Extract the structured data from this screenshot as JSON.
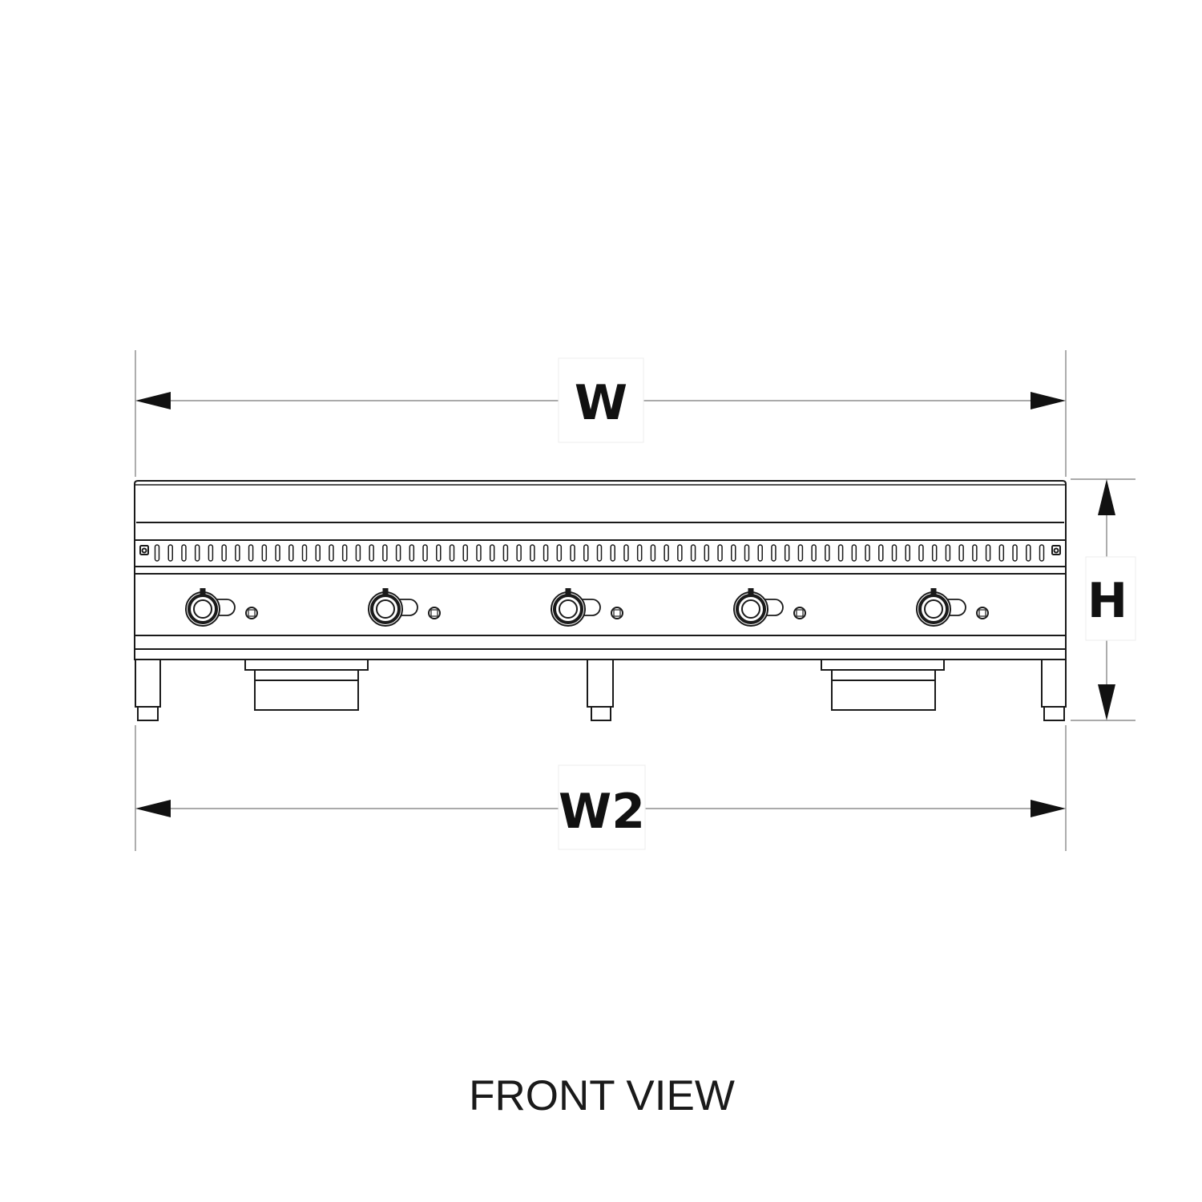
{
  "dimensions": {
    "width_label": "W",
    "base_width_label": "W2",
    "height_label": "H"
  },
  "caption": "FRONT VIEW",
  "appliance": {
    "knob_count": 5,
    "vent_slot_count": 67
  },
  "colors": {
    "line": "#1a1a1a",
    "dimension_line": "#888888"
  }
}
